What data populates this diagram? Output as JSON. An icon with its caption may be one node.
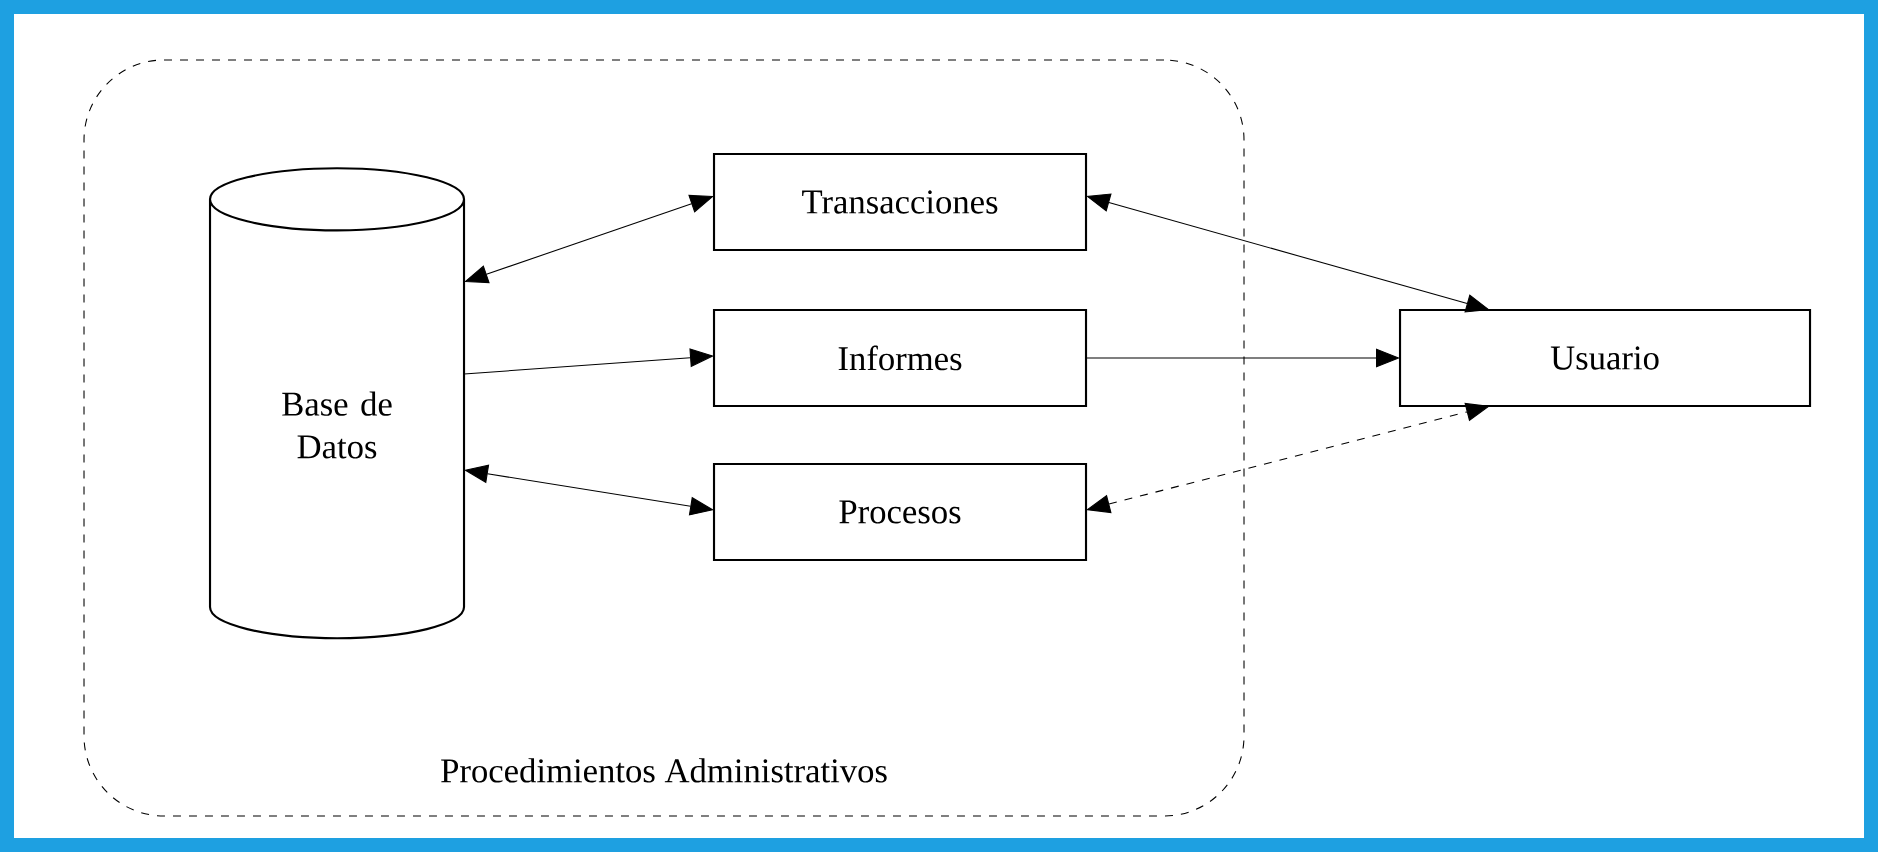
{
  "diagram": {
    "nodes": [
      {
        "text": [
          "Procedimientos Administrativos"
        ]
      },
      {
        "text": [
          "Base de Datos"
        ],
        "in": 0
      },
      {
        "text": [
          "Transacciones"
        ],
        "in": 0
      },
      {
        "text": [
          "Informes"
        ],
        "in": 0
      },
      {
        "text": [
          "Procesos"
        ],
        "in": 0
      },
      {
        "text": [
          "Usuario"
        ]
      }
    ],
    "edges": [
      {
        "from": 1,
        "to": 2,
        "arrow": "both"
      },
      {
        "from": 1,
        "to": 3,
        "arrow": "to"
      },
      {
        "from": 1,
        "to": 4,
        "arrow": "both"
      },
      {
        "from": 2,
        "to": 5,
        "arrow": "both"
      },
      {
        "from": 3,
        "to": 5,
        "arrow": "to"
      },
      {
        "from": 4,
        "to": 5,
        "arrow": "both",
        "style": "dashed"
      }
    ]
  }
}
